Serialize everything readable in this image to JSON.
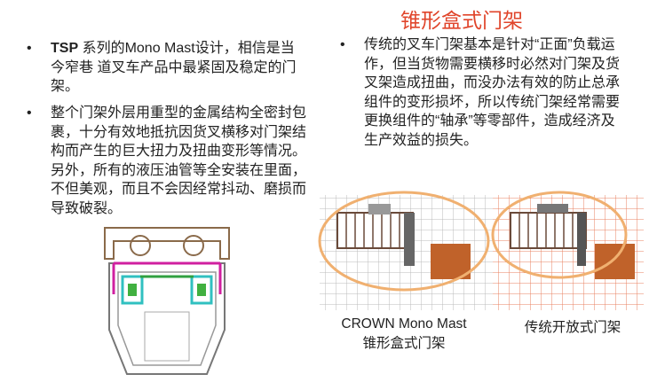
{
  "title": "锥形盒式门架",
  "left_bullets": [
    {
      "bold": "TSP",
      "text": " 系列的Mono Mast设计，相信是当今窄巷 道叉车产品中最紧固及稳定的门架。"
    },
    {
      "text": "整个门架外层用重型的金属结构全密封包裹，十分有效地抵抗因货叉横移对门架结构而产生的巨大扭力及扭曲变形等情况。另外，所有的液压油管等全安装在里面，不但美观，而且不会因经常抖动、磨损而导致破裂。"
    }
  ],
  "right_bullets": [
    {
      "text": "传统的叉车门架基本是针对“正面”负载运作，但当货物需要横移时必然对门架及货叉架造成扭曲，而没办法有效的防止总承组件的变形损坏，所以传统门架经常需要更换组件的“轴承”等零部件，造成经济及生产效益的损失。"
    }
  ],
  "captions": {
    "crown_line1": "CROWN Mono Mast",
    "crown_line2": "锥形盒式门架",
    "traditional": "传统开放式门架"
  },
  "bullet_char": "•",
  "colors": {
    "title": "#e0452b",
    "ellipse": "#f0b070",
    "grid_red": "#e88060"
  }
}
